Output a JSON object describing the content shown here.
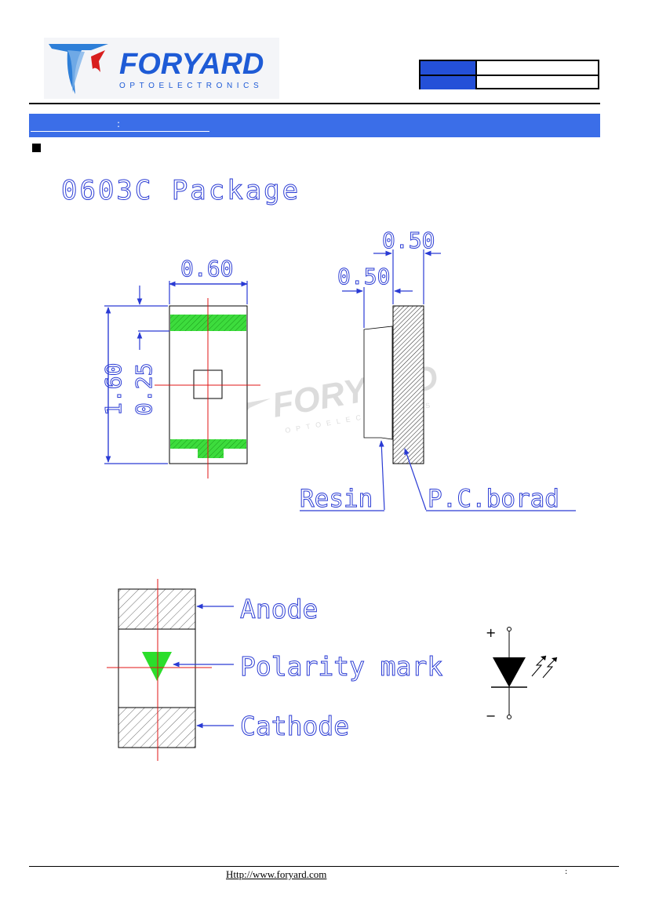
{
  "header": {
    "brand_name": "FORYARD",
    "brand_sub": "OPTOELECTRONICS",
    "section_colon": ":"
  },
  "drawing": {
    "title": "0603C Package",
    "dim_width": "0.60",
    "dim_height": "1.60",
    "dim_pad": "0.25",
    "dim_side_top": "0.50",
    "dim_side_left": "0.50",
    "label_resin": "Resin",
    "label_pcb": "P.C.borad",
    "label_anode": "Anode",
    "label_polarity": "Polarity mark",
    "label_cathode": "Cathode",
    "symbol_plus": "+",
    "symbol_minus": "−",
    "watermark_name": "FORYARD",
    "watermark_sub": "OPTOELECTRONICS"
  },
  "colors": {
    "accent_blue": "#3b6ee8",
    "dim_blue": "#2a3bd4",
    "center_red": "#e01515",
    "pad_green": "#3ddc3d",
    "logo_blue": "#1e5bd6"
  },
  "icons": [
    "foryard-logo",
    "led-diode-symbol",
    "polarity-triangle-icon"
  ],
  "footer": {
    "url": "Http://www.foryard.com",
    "colon": ":"
  }
}
